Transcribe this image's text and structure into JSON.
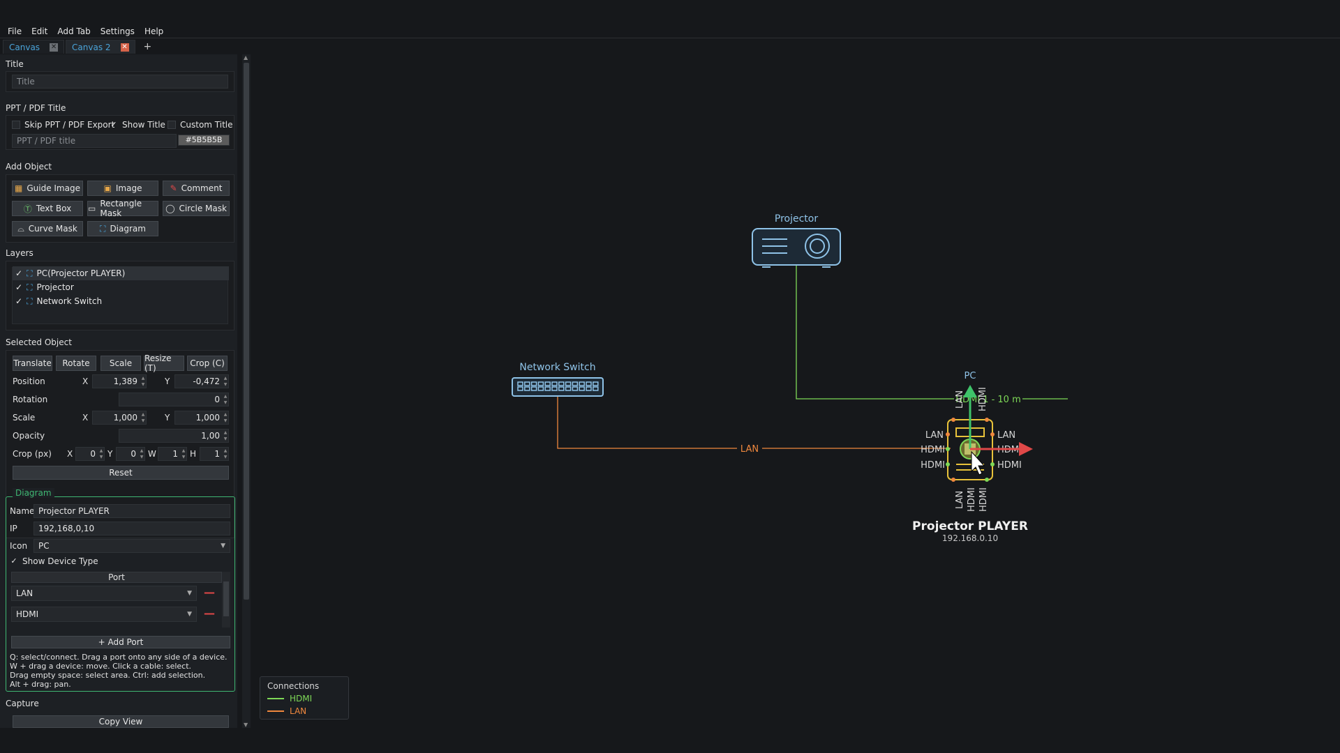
{
  "menu": [
    "File",
    "Edit",
    "Add Tab",
    "Settings",
    "Help"
  ],
  "tabs": [
    {
      "label": "Canvas",
      "close": "✕"
    },
    {
      "label": "Canvas 2",
      "close": "✕"
    }
  ],
  "tab_add": "+",
  "title_section": {
    "heading": "Title",
    "placeholder": "Title"
  },
  "ppt_section": {
    "heading": "PPT / PDF Title",
    "skip_label": "Skip PPT / PDF Export",
    "show_title_label": "Show Title",
    "custom_title_label": "Custom Title",
    "placeholder": "PPT / PDF title",
    "color_value": "#5B5B5B"
  },
  "add_object": {
    "heading": "Add Object",
    "buttons": [
      "Guide Image",
      "Image",
      "Comment",
      "Text Box",
      "Rectangle Mask",
      "Circle Mask",
      "Curve Mask",
      "Diagram"
    ]
  },
  "layers": {
    "heading": "Layers",
    "items": [
      "PC(Projector PLAYER)",
      "Projector",
      "Network Switch"
    ]
  },
  "selected_object": {
    "heading": "Selected Object",
    "modes": [
      "Translate",
      "Rotate",
      "Scale",
      "Resize (T)",
      "Crop (C)"
    ],
    "position_label": "Position",
    "pos_x": "1,389",
    "pos_y": "-0,472",
    "rotation_label": "Rotation",
    "rotation": "0",
    "scale_label": "Scale",
    "scale_x": "1,000",
    "scale_y": "1,000",
    "opacity_label": "Opacity",
    "opacity": "1,00",
    "crop_label": "Crop (px)",
    "crop_x": "0",
    "crop_y": "0",
    "crop_w": "1",
    "crop_h": "1",
    "x_label": "X",
    "y_label": "Y",
    "w_label": "W",
    "h_label": "H",
    "reset_label": "Reset"
  },
  "diagram": {
    "legend": "Diagram",
    "name_label": "Name",
    "name": "Projector PLAYER",
    "ip_label": "IP",
    "ip": "192,168,0,10",
    "icon_label": "Icon",
    "icon": "PC",
    "show_device_type": "Show Device Type",
    "port_header": "Port",
    "ports": [
      "LAN",
      "HDMI"
    ],
    "add_port": "+ Add Port",
    "help": [
      "Q: select/connect. Drag a port onto any side of a device.",
      "W + drag a device: move. Click a cable: select.",
      "Drag empty space: select area. Ctrl: add selection.",
      "Alt + drag: pan."
    ]
  },
  "capture": {
    "heading": "Capture",
    "copy_view": "Copy View"
  },
  "canvas": {
    "projector_label": "Projector",
    "switch_label": "Network Switch",
    "pc_label": "PC",
    "hdmi_cable_label": "HDMI 1 - 10 m",
    "lan_cable_label": "LAN",
    "port_labels": {
      "top_lan": "LAN",
      "top_hdmi": "HDMI",
      "left_lan": "LAN",
      "left_hdmi1": "HDMI",
      "left_hdmi2": "HDMI",
      "right_lan": "LAN",
      "right_hdmi1": "HDMI",
      "right_hdmi2": "HDMI",
      "bottom_lan": "LAN",
      "bottom_hdmi1": "HDMI",
      "bottom_hdmi2": "HDMI"
    },
    "device_name": "Projector PLAYER",
    "device_ip": "192.168.0.10"
  },
  "connections_legend": {
    "title": "Connections",
    "items": [
      {
        "label": "HDMI",
        "color": "#7ed957"
      },
      {
        "label": "LAN",
        "color": "#f0883e"
      }
    ]
  },
  "colors": {
    "accent": "#4aa3d9",
    "diagram_border": "#3fb873",
    "hdmi": "#7ed957",
    "lan": "#f0883e",
    "selection": "#e8c23a"
  }
}
